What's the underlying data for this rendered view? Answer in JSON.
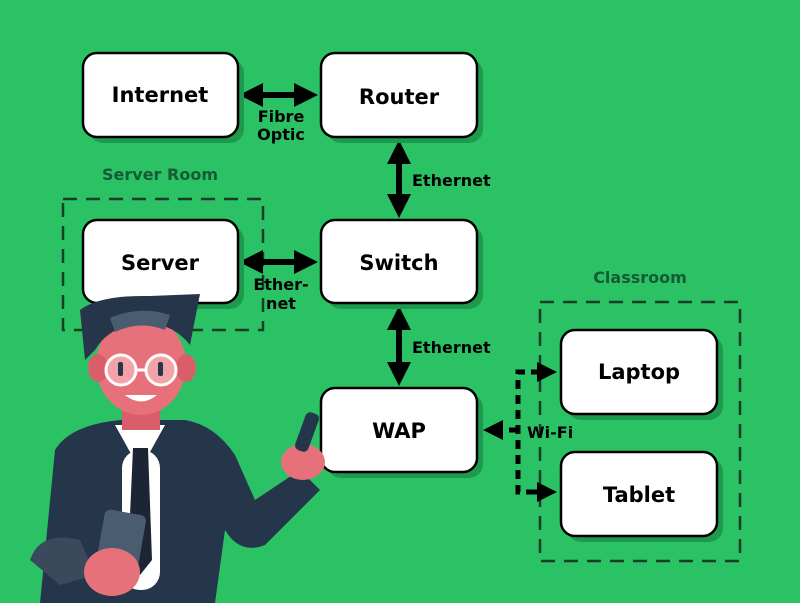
{
  "colors": {
    "background": "#2bc266",
    "shadow": "#1e9a4e",
    "node_fill": "#ffffff",
    "zone_label": "#145a32",
    "suit": "#26364a",
    "skin": "#e6717a"
  },
  "zones": {
    "server_room": "Server Room",
    "classroom": "Classroom"
  },
  "nodes": {
    "internet": "Internet",
    "router": "Router",
    "server": "Server",
    "switch": "Switch",
    "wap": "WAP",
    "laptop": "Laptop",
    "tablet": "Tablet"
  },
  "links": {
    "internet_router": [
      "Fibre",
      "Optic"
    ],
    "router_switch": "Ethernet",
    "server_switch": [
      "Ether-",
      "net"
    ],
    "switch_wap": "Ethernet",
    "wap_devices": "Wi-Fi"
  },
  "illustration": "presenter-character"
}
